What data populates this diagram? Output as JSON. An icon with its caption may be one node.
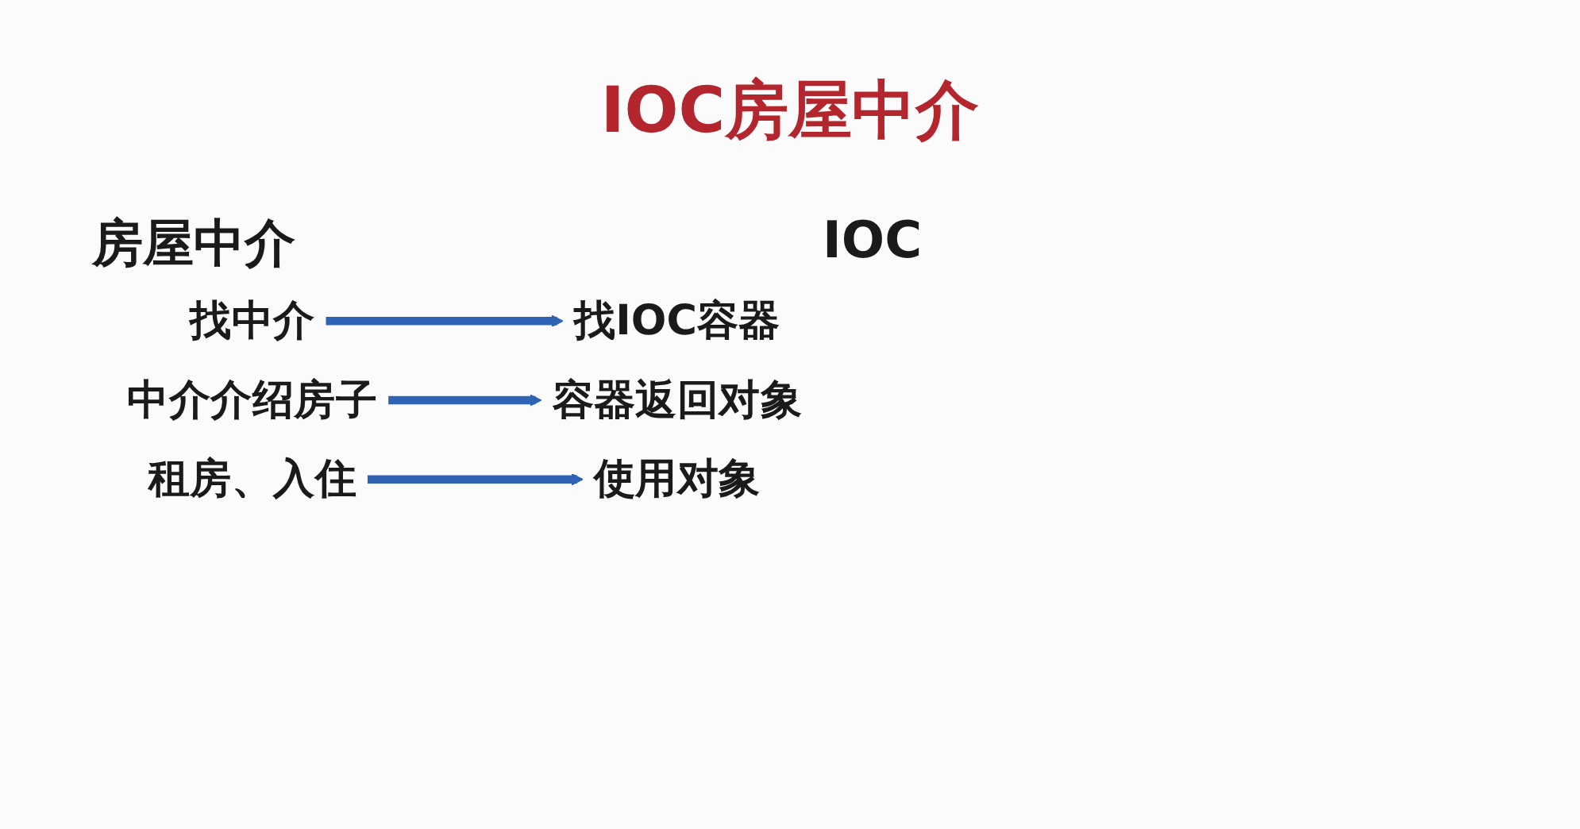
{
  "diagram": {
    "title": "IOC房屋中介",
    "nodes": [
      {
        "text": [
          "找中介"
        ]
      },
      {
        "text": [
          "中介介绍房子"
        ]
      },
      {
        "text": [
          "租房、入住"
        ]
      },
      {
        "text": [
          "找IOC容器"
        ]
      },
      {
        "text": [
          "容器返回对象"
        ]
      },
      {
        "text": [
          "使用对象"
        ]
      }
    ],
    "edges": [
      {
        "from": 0,
        "to": 3,
        "arrow": "to"
      },
      {
        "from": 1,
        "to": 4,
        "arrow": "to"
      },
      {
        "from": 2,
        "to": 5,
        "arrow": "to"
      }
    ],
    "labels": [
      "房屋中介",
      "IOC"
    ]
  }
}
